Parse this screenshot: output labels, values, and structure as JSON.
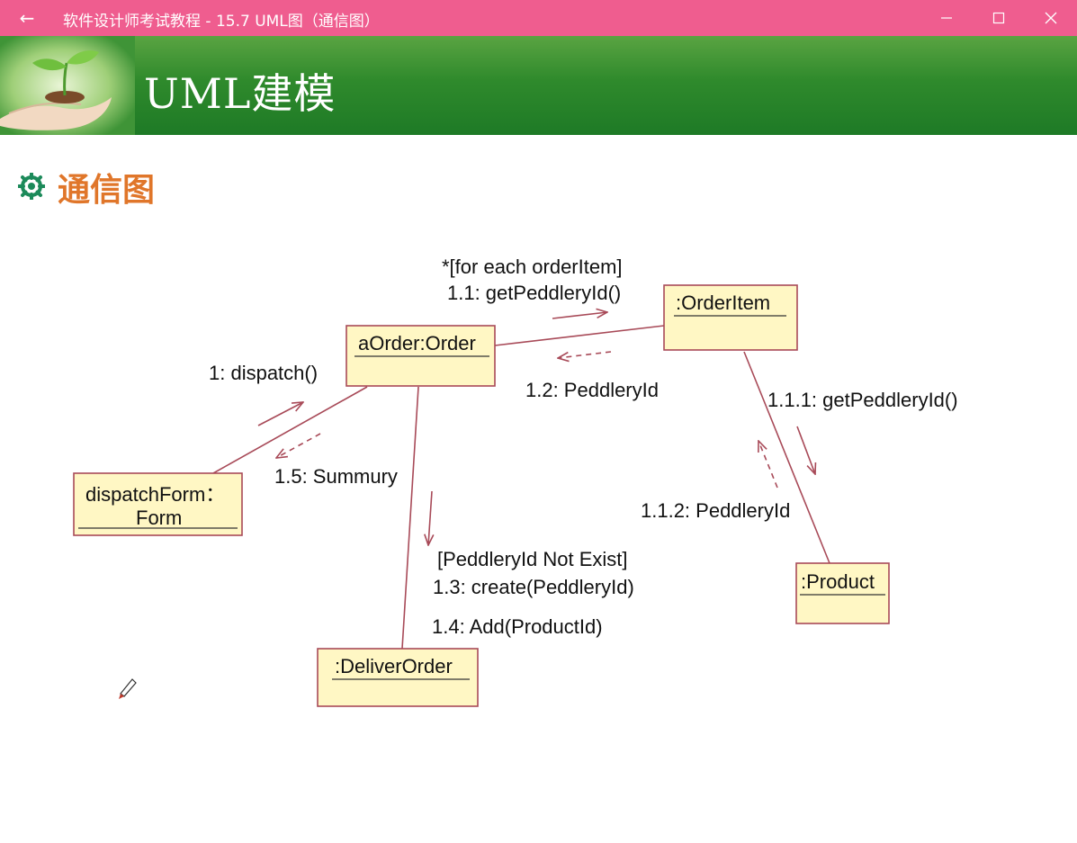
{
  "window": {
    "title": "软件设计师考试教程 - 15.7  UML图（通信图）",
    "back_icon": "arrow-left-icon",
    "minimize_icon": "minimize-icon",
    "maximize_icon": "maximize-icon",
    "close_icon": "close-icon",
    "title_bar_color": "#ef5d8f"
  },
  "slide": {
    "banner_title": "UML建模",
    "banner_color": "#2f8a2c",
    "section_icon": "gear-bullet-icon",
    "section_title": "通信图",
    "section_title_color": "#e0762a"
  },
  "diagram": {
    "object_fill": "#fff7c4",
    "object_border": "#a84a58",
    "line_color": "#a84a58",
    "objects": {
      "order": "aOrder:Order",
      "order_item": ":OrderItem",
      "dispatch_form_line1": "dispatchForm：",
      "dispatch_form_line2": "Form",
      "deliver_order": ":DeliverOrder",
      "product": ":Product"
    },
    "messages": {
      "m1": "1: dispatch()",
      "m1_1_guard": "*[for each orderItem]",
      "m1_1": "1.1: getPeddleryId()",
      "m1_2": "1.2: PeddleryId",
      "m1_1_1": "1.1.1: getPeddleryId()",
      "m1_1_2": "1.1.2: PeddleryId",
      "m1_3_guard": "[PeddleryId Not Exist]",
      "m1_3": "1.3: create(PeddleryId)",
      "m1_4": "1.4: Add(ProductId)",
      "m1_5": "1.5: Summury"
    },
    "cursor_icon": "pen-cursor-icon"
  }
}
